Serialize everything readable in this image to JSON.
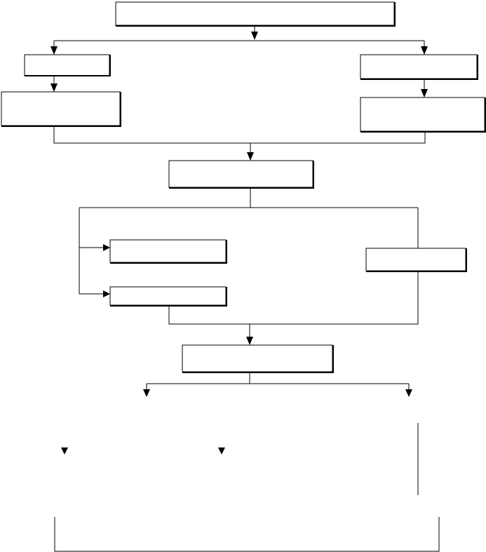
{
  "diagram": {
    "type": "flowchart",
    "colors": {
      "stroke": "#000000",
      "fill": "#ffffff"
    },
    "nodes": [
      {
        "id": "top",
        "label": ""
      },
      {
        "id": "left-1",
        "label": ""
      },
      {
        "id": "left-2",
        "label": ""
      },
      {
        "id": "right-1",
        "label": ""
      },
      {
        "id": "right-2",
        "label": ""
      },
      {
        "id": "merge-1",
        "label": ""
      },
      {
        "id": "sub-left-1",
        "label": ""
      },
      {
        "id": "sub-left-2",
        "label": ""
      },
      {
        "id": "sub-right",
        "label": ""
      },
      {
        "id": "merge-2",
        "label": ""
      }
    ],
    "edges": [
      {
        "from": "top",
        "to": "left-1"
      },
      {
        "from": "top",
        "to": "right-1"
      },
      {
        "from": "left-1",
        "to": "left-2"
      },
      {
        "from": "right-1",
        "to": "right-2"
      },
      {
        "from": "left-2",
        "to": "merge-1"
      },
      {
        "from": "right-2",
        "to": "merge-1"
      },
      {
        "from": "merge-1",
        "to": "sub-left-1"
      },
      {
        "from": "merge-1",
        "to": "sub-left-2"
      },
      {
        "from": "merge-1",
        "to": "sub-right"
      },
      {
        "from": "sub-left-2",
        "to": "merge-2"
      },
      {
        "from": "sub-right",
        "to": "merge-2"
      }
    ]
  }
}
